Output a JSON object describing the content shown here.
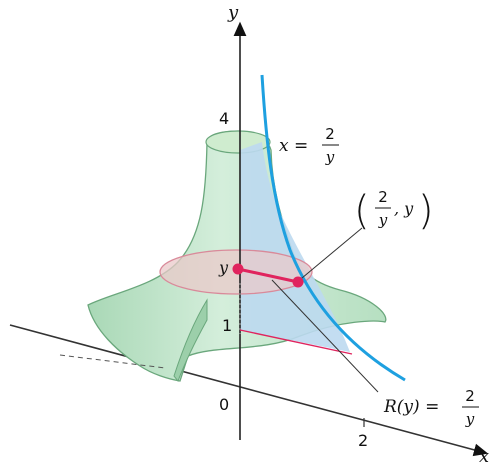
{
  "figure": {
    "y_axis_label": "y",
    "x_axis_label": "x",
    "origin_label": "0",
    "tick_x_2": "2",
    "tick_y_4": "4",
    "tick_y_1": "1",
    "point_y_label": "y",
    "curve_eq": {
      "lhs": "x =",
      "num": "2",
      "den": "y"
    },
    "point": {
      "num": "2",
      "den": "y",
      "rest": ", y"
    },
    "radius_eq": {
      "lhs": "R(y) =",
      "num": "2",
      "den": "y"
    },
    "colors": {
      "solid_fill": "#bfe3c8",
      "solid_edge": "#6aa77c",
      "curve": "#1ea0e0",
      "region": "#bcd9ef",
      "radius_line": "#e0245e",
      "point": "#e0245e"
    }
  }
}
